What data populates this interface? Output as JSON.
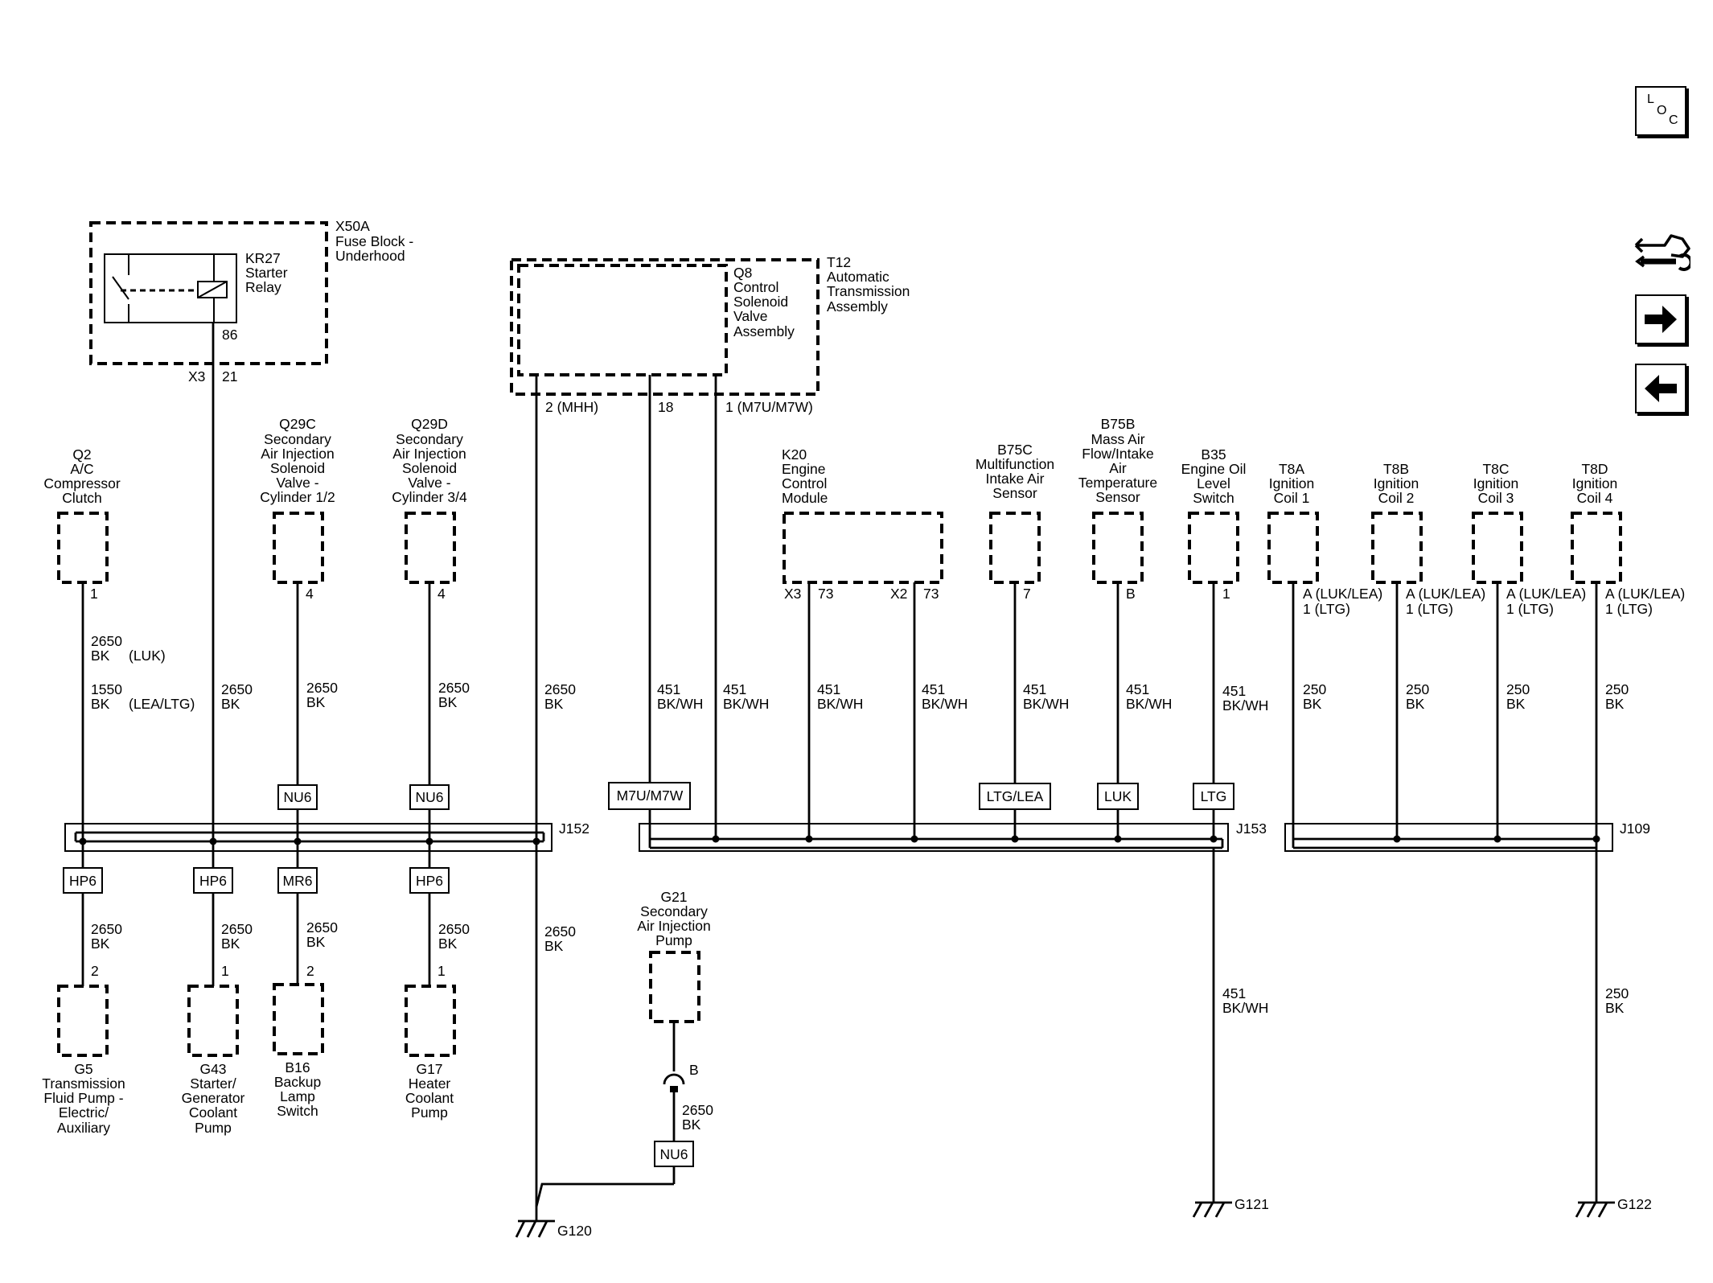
{
  "toolbar": {
    "loc": {
      "l": "L",
      "o": "O",
      "c": "C"
    }
  },
  "components": {
    "x50a": {
      "id": "X50A",
      "l1": "Fuse Block -",
      "l2": "Underhood"
    },
    "kr27": {
      "id": "KR27",
      "l1": "Starter",
      "l2": "Relay",
      "pin": "86"
    },
    "t12": {
      "id": "T12",
      "l1": "Automatic",
      "l2": "Transmission",
      "l3": "Assembly"
    },
    "q8": {
      "id": "Q8",
      "l1": "Control",
      "l2": "Solenoid",
      "l3": "Valve",
      "l4": "Assembly"
    },
    "q2": {
      "id": "Q2",
      "l1": "A/C",
      "l2": "Compressor",
      "l3": "Clutch"
    },
    "q29c": {
      "id": "Q29C",
      "l1": "Secondary",
      "l2": "Air Injection",
      "l3": "Solenoid",
      "l4": "Valve -",
      "l5": "Cylinder 1/2"
    },
    "q29d": {
      "id": "Q29D",
      "l1": "Secondary",
      "l2": "Air Injection",
      "l3": "Solenoid",
      "l4": "Valve -",
      "l5": "Cylinder 3/4"
    },
    "k20": {
      "id": "K20",
      "l1": "Engine",
      "l2": "Control",
      "l3": "Module"
    },
    "b75c": {
      "id": "B75C",
      "l1": "Multifunction",
      "l2": "Intake Air",
      "l3": "Sensor"
    },
    "b75b": {
      "id": "B75B",
      "l1": "Mass Air",
      "l2": "Flow/Intake",
      "l3": "Air",
      "l4": "Temperature",
      "l5": "Sensor"
    },
    "b35": {
      "id": "B35",
      "l1": "Engine Oil",
      "l2": "Level",
      "l3": "Switch"
    },
    "t8a": {
      "id": "T8A",
      "l1": "Ignition",
      "l2": "Coil 1"
    },
    "t8b": {
      "id": "T8B",
      "l1": "Ignition",
      "l2": "Coil 2"
    },
    "t8c": {
      "id": "T8C",
      "l1": "Ignition",
      "l2": "Coil 3"
    },
    "t8d": {
      "id": "T8D",
      "l1": "Ignition",
      "l2": "Coil 4"
    },
    "g21": {
      "id": "G21",
      "l1": "Secondary",
      "l2": "Air Injection",
      "l3": "Pump"
    },
    "g5": {
      "id": "G5",
      "l1": "Transmission",
      "l2": "Fluid Pump -",
      "l3": "Electric/",
      "l4": "Auxiliary"
    },
    "g43": {
      "id": "G43",
      "l1": "Starter/",
      "l2": "Generator",
      "l3": "Coolant",
      "l4": "Pump"
    },
    "b16": {
      "id": "B16",
      "l1": "Backup",
      "l2": "Lamp",
      "l3": "Switch"
    },
    "g17": {
      "id": "G17",
      "l1": "Heater",
      "l2": "Coolant",
      "l3": "Pump"
    }
  },
  "pins": {
    "x3": "X3",
    "p21": "21",
    "t12a": "2 (MHH)",
    "t12b": "18",
    "t12c": "1 (M7U/M7W)",
    "q2": "1",
    "q29c": "4",
    "q29d": "4",
    "k20x3": "X3",
    "k20x3n": "73",
    "k20x2": "X2",
    "k20x2n": "73",
    "b75c": "7",
    "b75b": "B",
    "b35": "1",
    "coilA": "A  (LUK/LEA)",
    "coil1": "1 (LTG)",
    "g5": "2",
    "g43": "1",
    "b16": "2",
    "g17": "1",
    "g21": "B"
  },
  "wires": {
    "w2650": "2650",
    "w1550": "1550",
    "w451": "451",
    "w250": "250",
    "bk": "BK",
    "bkwh": "BK/WH",
    "luk": "(LUK)",
    "lealtg": "(LEA/LTG)"
  },
  "options": {
    "nu6": "NU6",
    "m7u": "M7U/M7W",
    "ltglea": "LTG/LEA",
    "luk": "LUK",
    "ltg": "LTG",
    "hp6": "HP6",
    "mr6": "MR6"
  },
  "splices": {
    "j152": "J152",
    "j153": "J153",
    "j109": "J109"
  },
  "grounds": {
    "g120": "G120",
    "g121": "G121",
    "g122": "G122"
  }
}
